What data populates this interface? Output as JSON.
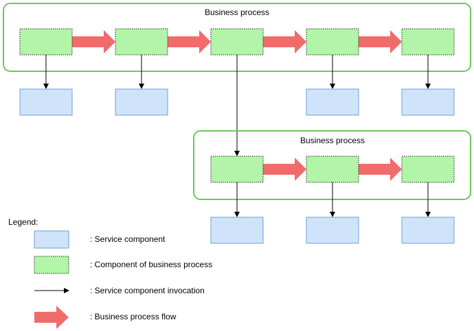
{
  "process_top": {
    "title": "Business process"
  },
  "process_bottom": {
    "title": "Business process"
  },
  "legend": {
    "title": "Legend:",
    "items": [
      {
        "label": ": Service component"
      },
      {
        "label": ": Component of business process"
      },
      {
        "label": ": Service component invocation"
      },
      {
        "label": ": Business process flow"
      }
    ]
  },
  "colors": {
    "process_border": "#66cc55",
    "business_component_fill": "#b3f5a8",
    "business_component_border": "#222222",
    "service_component_fill": "#cfe3fb",
    "service_component_border": "#6f9fd3",
    "flow_arrow": "#f26b6b",
    "invocation_arrow": "#000000"
  }
}
